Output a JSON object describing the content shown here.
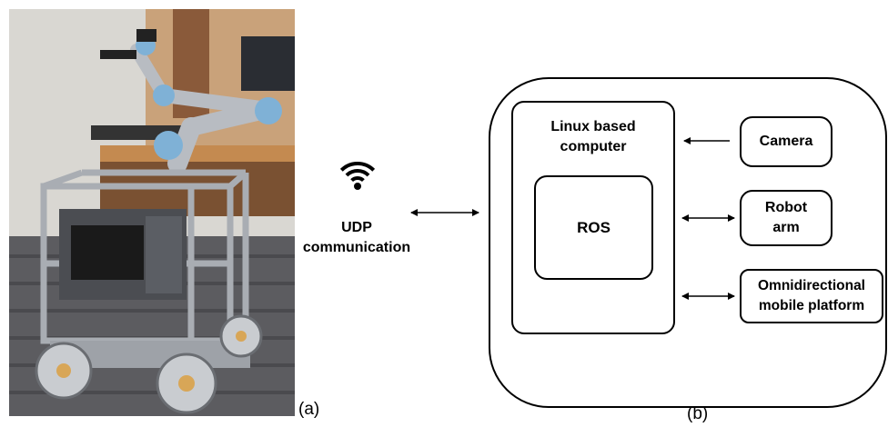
{
  "captions": {
    "a": "(a)",
    "b": "(b)"
  },
  "wireless": {
    "line1": "UDP",
    "line2": "communication"
  },
  "computer": {
    "line1": "Linux based",
    "line2": "computer"
  },
  "ros": {
    "label": "ROS"
  },
  "devices": {
    "camera": {
      "label": "Camera"
    },
    "robot_arm": {
      "line1": "Robot",
      "line2": "arm"
    },
    "platform": {
      "line1": "Omnidirectional",
      "line2": "mobile platform"
    }
  },
  "icons": {
    "wireless": "wifi-signal-icon",
    "photo": "mobile-manipulator-robot-photo"
  }
}
